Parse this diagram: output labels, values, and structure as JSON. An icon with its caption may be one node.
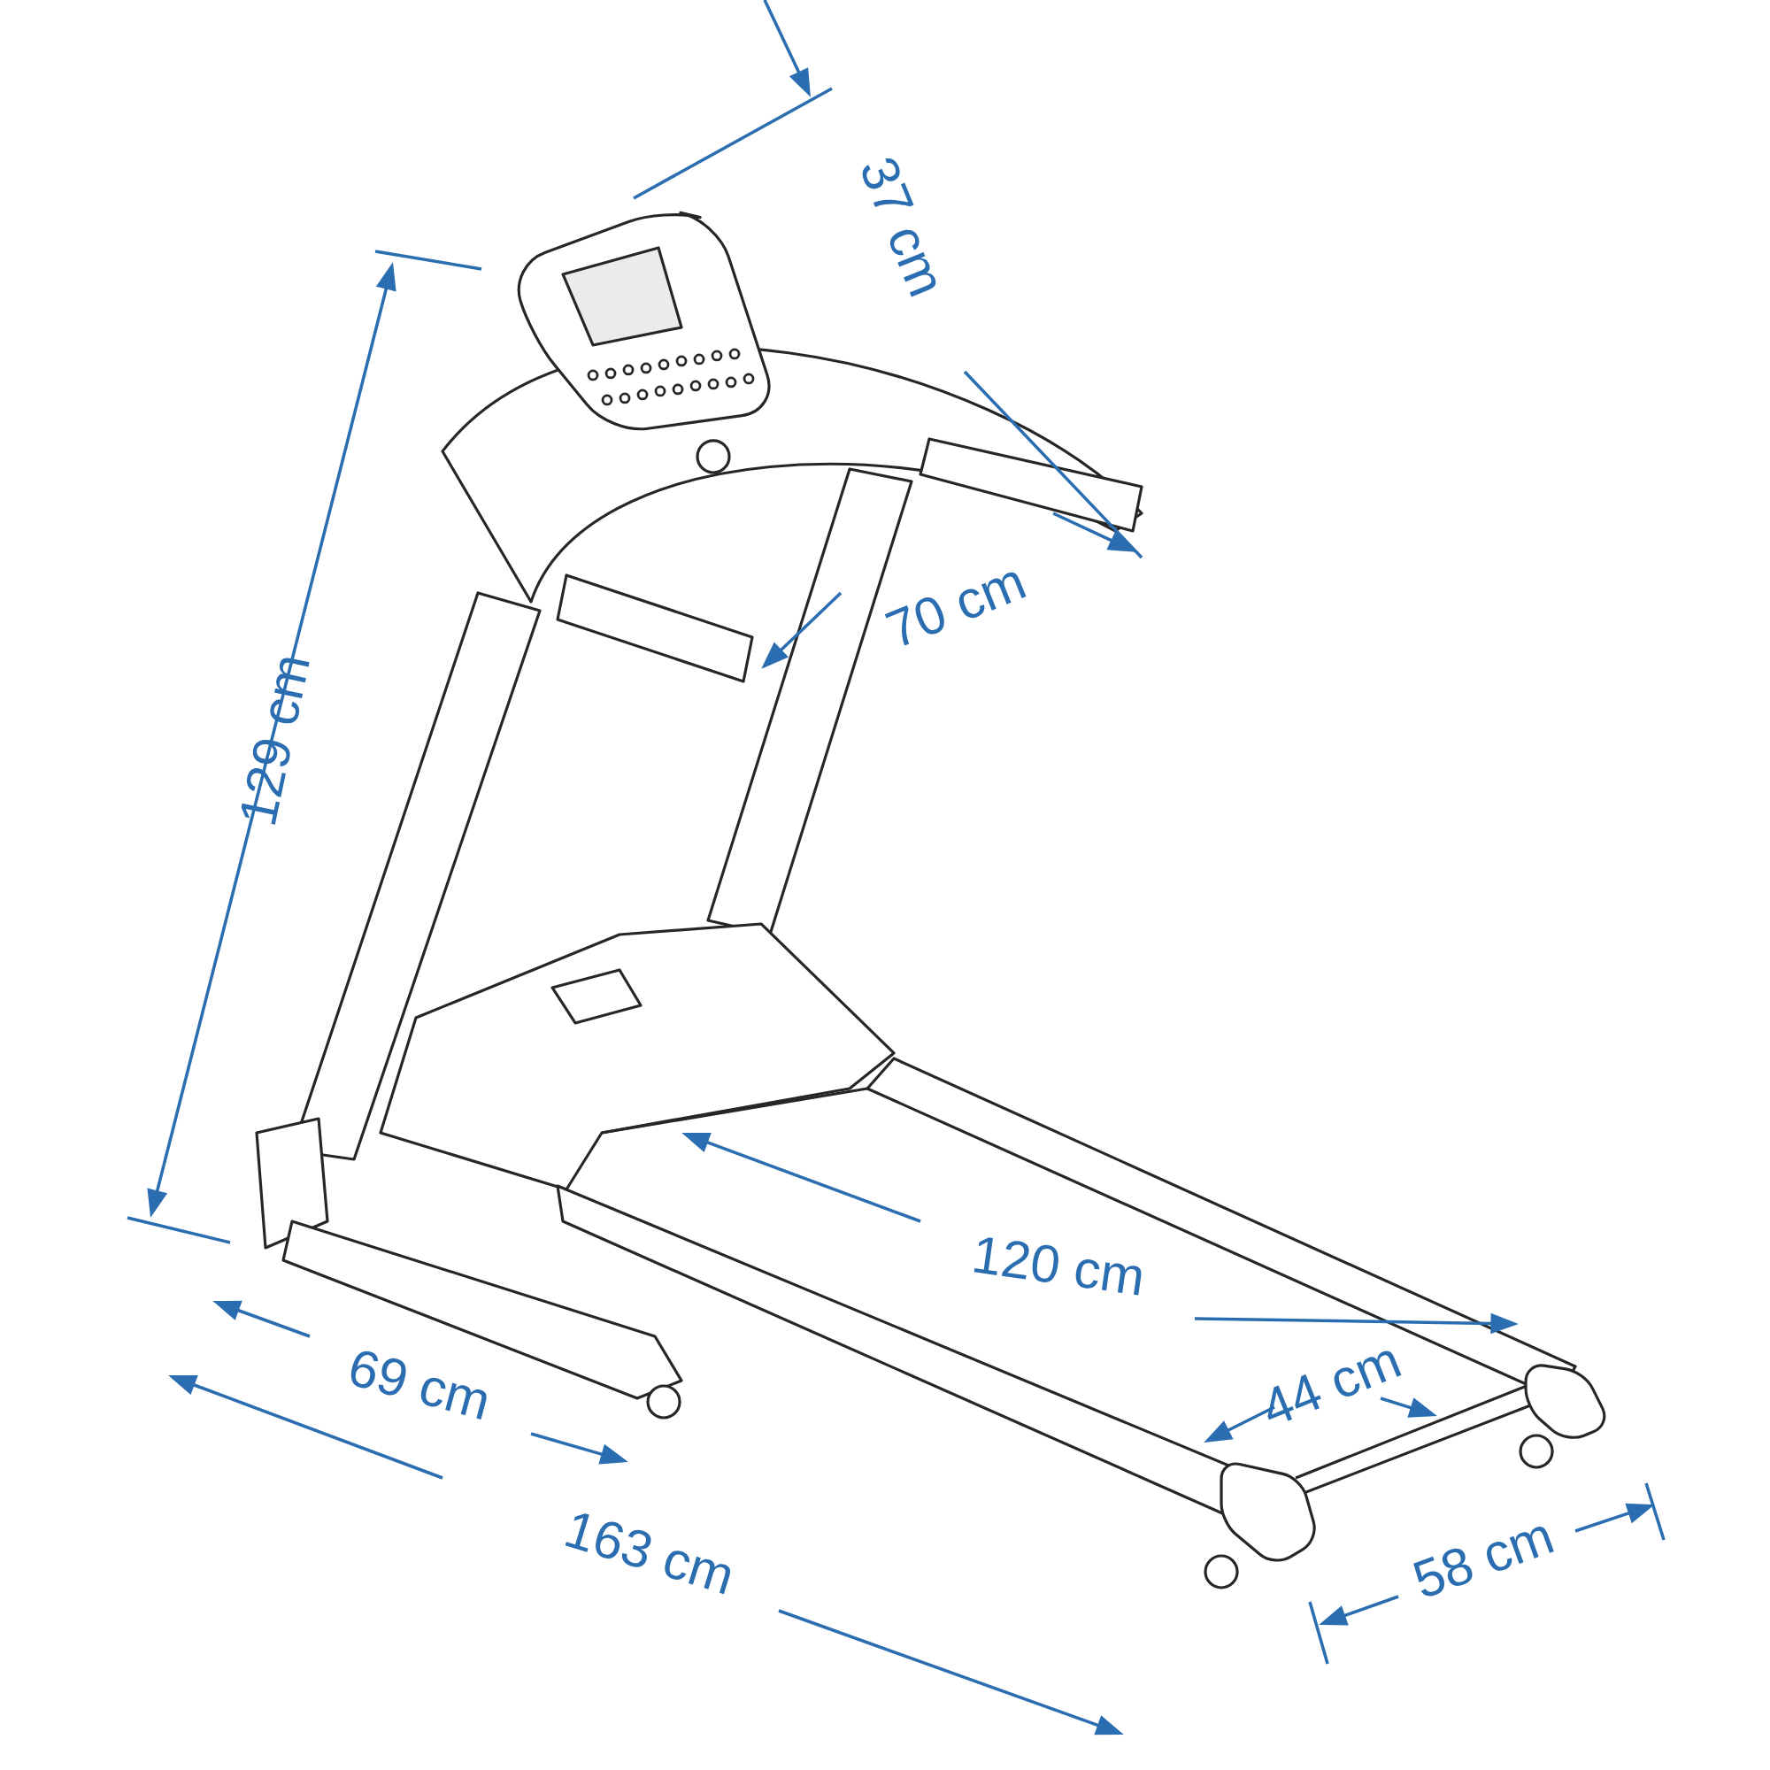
{
  "diagram": {
    "labels": [
      "37 cm",
      "70 cm",
      "129 cm",
      "120 cm",
      "44 cm",
      "69 cm",
      "163 cm",
      "58 cm"
    ]
  }
}
